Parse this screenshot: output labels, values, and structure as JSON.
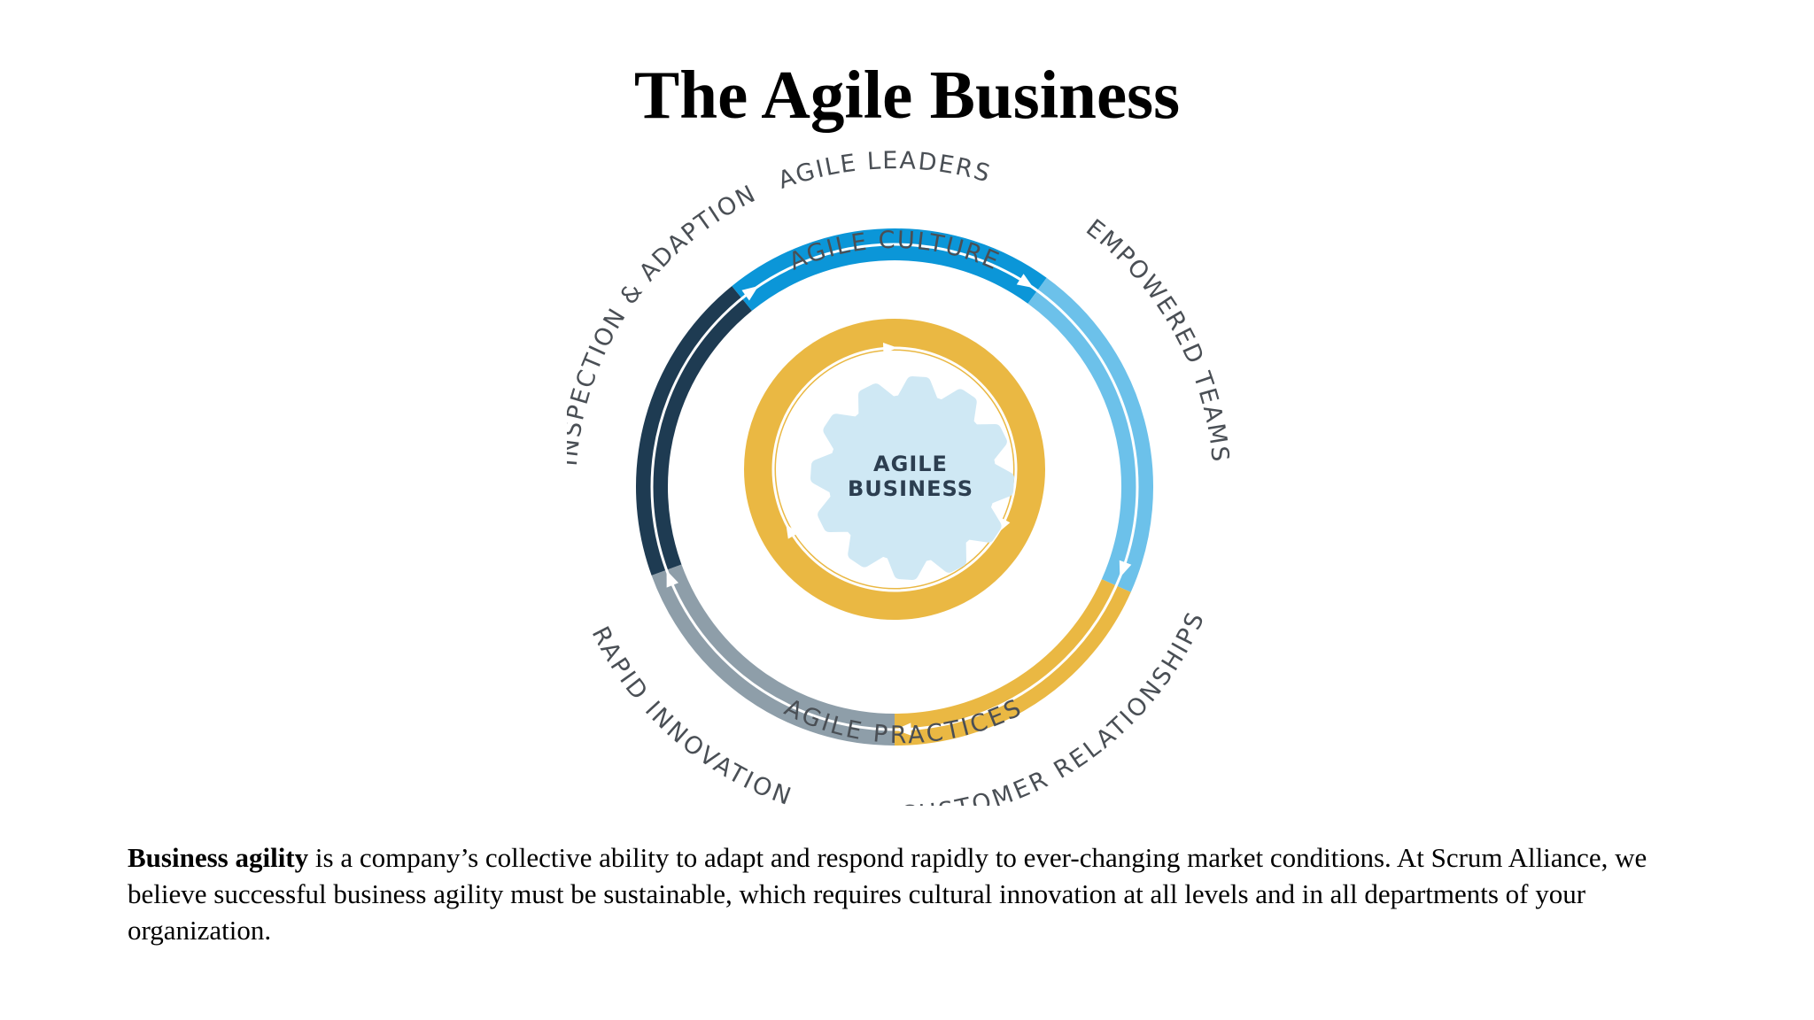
{
  "title": "The Agile Business",
  "diagram": {
    "center_line1": "AGILE",
    "center_line2": "BUSINESS",
    "inner_ring_labels": {
      "top": "AGILE CULTURE",
      "bottom": "AGILE PRACTICES"
    },
    "outer_segments": [
      {
        "label": "AGILE LEADERS",
        "color": "#0b96d8"
      },
      {
        "label": "EMPOWERED TEAMS",
        "color": "#6cc1ea"
      },
      {
        "label": "CUSTOMER RELATIONSHIPS",
        "color": "#eab843"
      },
      {
        "label": "RAPID INNOVATION",
        "color": "#8e9ea9"
      },
      {
        "label": "INSPECTION & ADAPTION",
        "color": "#1e3b52"
      }
    ],
    "inner_ring_color": "#eab843",
    "gear_color": "#cfe8f4"
  },
  "caption": {
    "bold": "Business agility",
    "text": " is a company’s collective ability to adapt and respond rapidly to ever-changing market conditions. At Scrum Alliance, we believe successful business agility must be sustainable, which requires cultural innovation at all levels and in all departments of your organization."
  }
}
